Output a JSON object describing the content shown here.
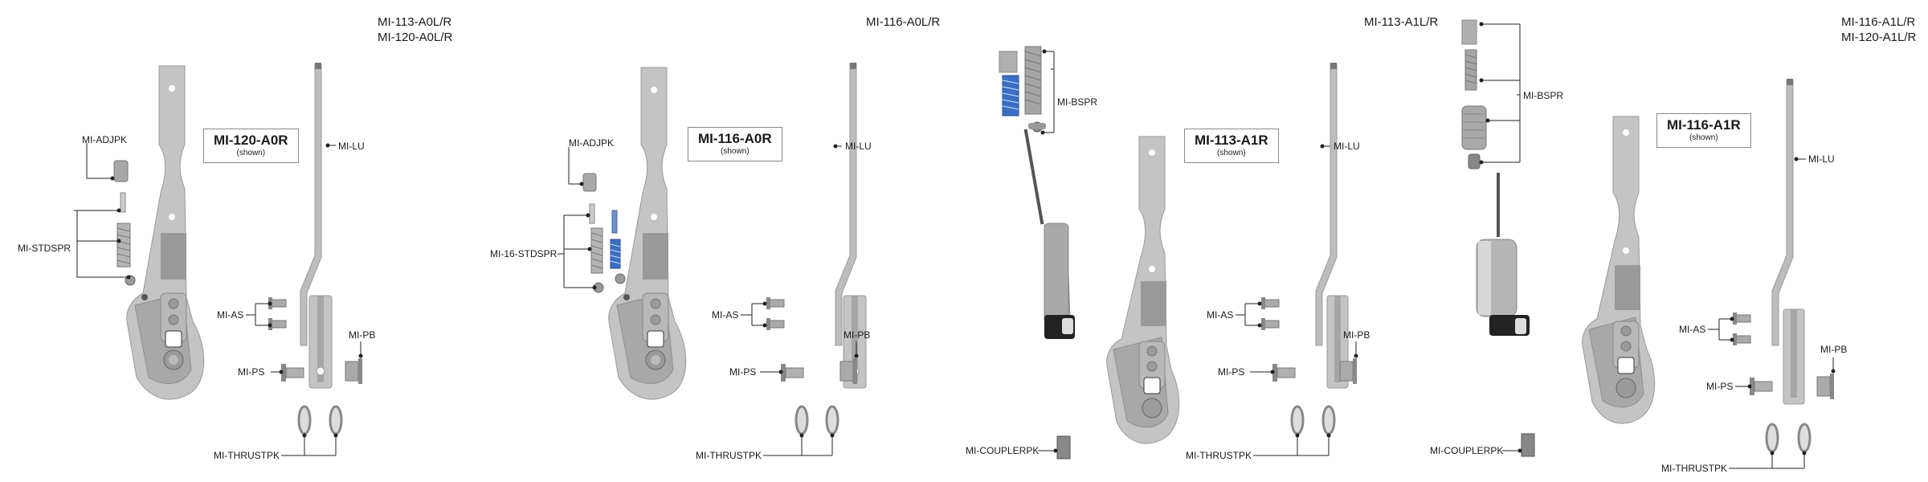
{
  "panels": [
    {
      "header": [
        "MI-113-A0L/R",
        "MI-120-A0L/R"
      ],
      "box_title": "MI-120-A0R",
      "box_sub": "(shown)",
      "labels": {
        "adjpk": "MI-ADJPK",
        "spring": "MI-STDSPR",
        "lu": "MI-LU",
        "as": "MI-AS",
        "pb": "MI-PB",
        "ps": "MI-PS",
        "thrust": "MI-THRUSTPK"
      }
    },
    {
      "header": [
        "MI-116-A0L/R"
      ],
      "box_title": "MI-116-A0R",
      "box_sub": "(shown)",
      "labels": {
        "adjpk": "MI-ADJPK",
        "spring": "MI-16-STDSPR",
        "lu": "MI-LU",
        "as": "MI-AS",
        "pb": "MI-PB",
        "ps": "MI-PS",
        "thrust": "MI-THRUSTPK"
      }
    },
    {
      "header": [
        "MI-113-A1L/R"
      ],
      "box_title": "MI-113-A1R",
      "box_sub": "(shown)",
      "labels": {
        "bspr": "MI-BSPR",
        "lu": "MI-LU",
        "as": "MI-AS",
        "pb": "MI-PB",
        "ps": "MI-PS",
        "thrust": "MI-THRUSTPK",
        "coupler": "MI-COUPLERPK"
      }
    },
    {
      "header": [
        "MI-116-A1L/R",
        "MI-120-A1L/R"
      ],
      "box_title": "MI-116-A1R",
      "box_sub": "(shown)",
      "labels": {
        "bspr": "MI-BSPR",
        "lu": "MI-LU",
        "as": "MI-AS",
        "pb": "MI-PB",
        "ps": "MI-PS",
        "thrust": "MI-THRUSTPK",
        "coupler": "MI-COUPLERPK"
      }
    }
  ],
  "colors": {
    "arm": "#c4c4c4",
    "arm_dark": "#8e8e8e",
    "band": "#9a9a9a",
    "metal": "#b2b2b2",
    "spring_blue": "#3b6fc4",
    "line": "#222222"
  }
}
